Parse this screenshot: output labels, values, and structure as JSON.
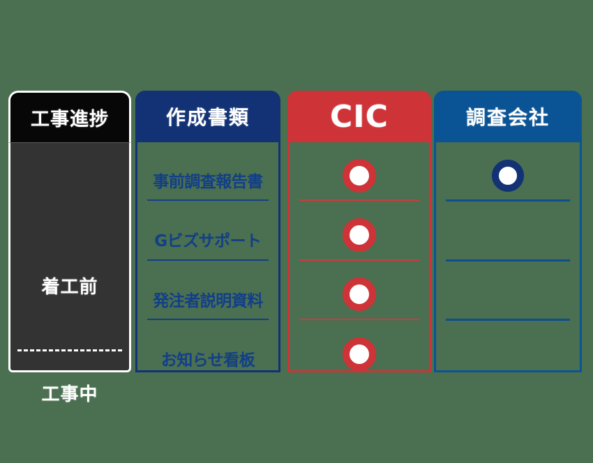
{
  "columns": [
    {
      "key": "progress",
      "header": "工事進捗",
      "header_bg": "#070707",
      "body_bg": "#333333",
      "phases": [
        {
          "label": "着工前"
        },
        {
          "label": "工事中"
        }
      ]
    },
    {
      "key": "documents",
      "header": "作成書類",
      "header_bg": "#123275",
      "accent": "#123f87",
      "items": [
        {
          "label": "事前調査報告書"
        },
        {
          "label": "Gビズサポート"
        },
        {
          "label": "発注者説明資料"
        },
        {
          "label": "お知らせ看板"
        }
      ]
    },
    {
      "key": "cic",
      "header": "CIC",
      "header_bg": "#ce3338",
      "accent": "#d2393f",
      "marks": [
        {
          "type": "circle",
          "filled": true
        },
        {
          "type": "circle",
          "filled": true
        },
        {
          "type": "circle",
          "filled": true
        },
        {
          "type": "circle",
          "filled": true
        }
      ]
    },
    {
      "key": "survey",
      "header": "調査会社",
      "header_bg": "#0a5394",
      "accent": "#0d4f8f",
      "marks": [
        {
          "type": "circle",
          "filled": true
        },
        {
          "type": "none"
        },
        {
          "type": "none"
        },
        {
          "type": "none"
        }
      ]
    }
  ]
}
